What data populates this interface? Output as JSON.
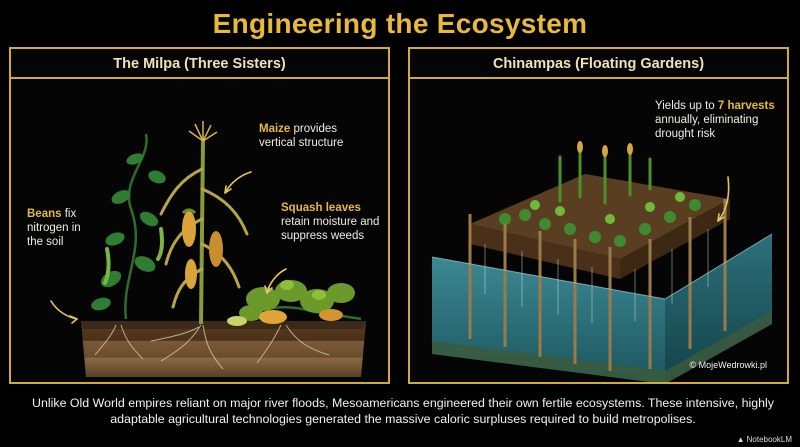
{
  "title": "Engineering the Ecosystem",
  "milpa": {
    "title": "The Milpa (Three Sisters)",
    "maize_hl": "Maize",
    "maize_rest_1": " provides",
    "maize_rest_2": "vertical structure",
    "squash_hl": "Squash leaves",
    "squash_rest_1": "retain moisture and",
    "squash_rest_2": "suppress weeds",
    "beans_hl": "Beans",
    "beans_rest_1": " fix",
    "beans_rest_2": "nitrogen in",
    "beans_rest_3": "the soil"
  },
  "chinampas": {
    "title": "Chinampas (Floating Gardens)",
    "yield_1": "Yields up to ",
    "yield_hl": "7 harvests",
    "yield_2": "annually, eliminating",
    "yield_3": "drought risk",
    "credit": "© MojeWedrowki.pl"
  },
  "caption": "Unlike Old World empires reliant on major river floods, Mesoamericans engineered their own fertile ecosystems. These intensive, highly adaptable agricultural technologies generated the massive caloric surpluses required to build metropolises.",
  "badge": "NotebookLM",
  "colors": {
    "accent": "#e8b93a",
    "border": "#d4a93a",
    "background": "#000000"
  }
}
